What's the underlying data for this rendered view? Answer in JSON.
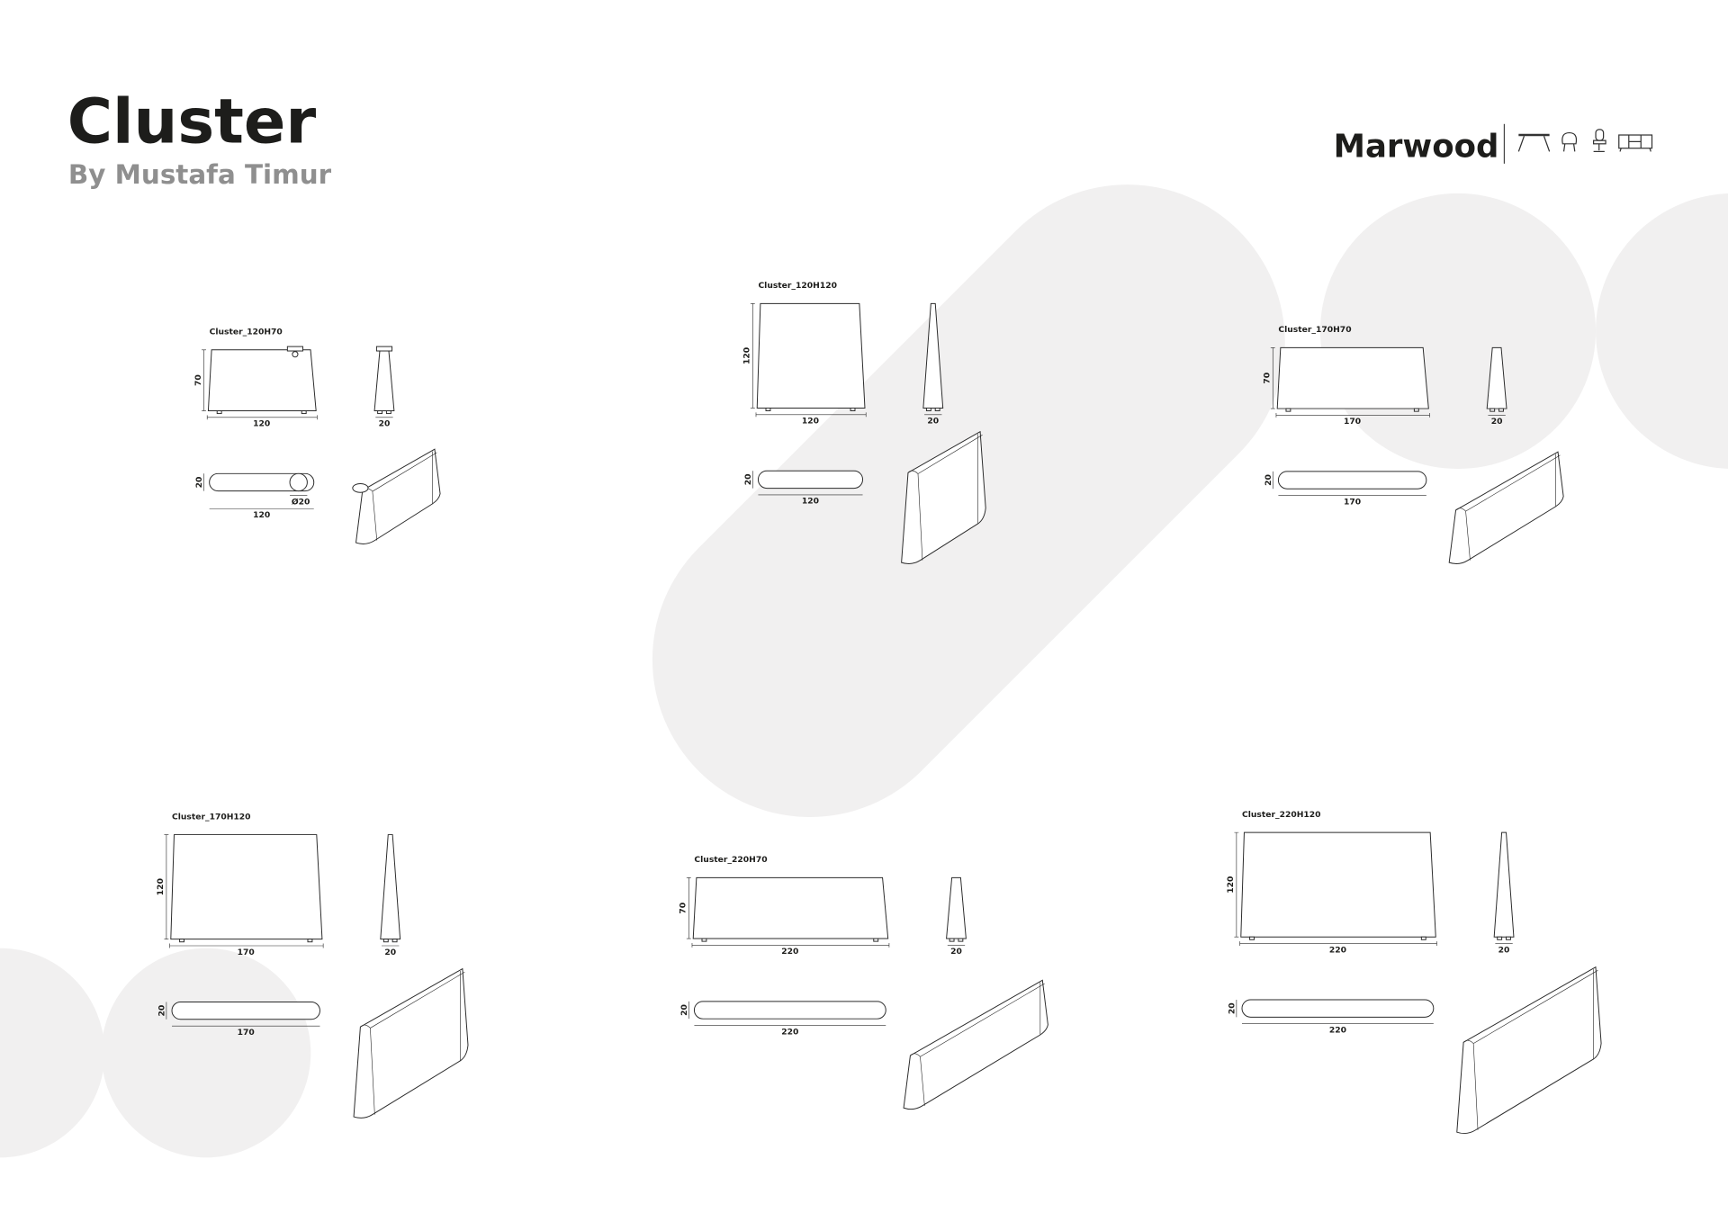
{
  "header": {
    "title": "Cluster",
    "subtitle": "By Mustafa Timur",
    "brand": "Marwood",
    "brand_icons": [
      "table-icon",
      "armchair-icon",
      "office-chair-icon",
      "sideboard-icon"
    ]
  },
  "colors": {
    "text": "#1d1d1b",
    "subtitle": "#8f8f8f",
    "background_shapes": "#f1f0f0"
  },
  "products": [
    {
      "name": "Cluster_120H70",
      "width": "120",
      "height": "70",
      "depth": "20",
      "diameter": "Ø20"
    },
    {
      "name": "Cluster_120H120",
      "width": "120",
      "height": "120",
      "depth": "20"
    },
    {
      "name": "Cluster_170H70",
      "width": "170",
      "height": "70",
      "depth": "20"
    },
    {
      "name": "Cluster_170H120",
      "width": "170",
      "height": "120",
      "depth": "20"
    },
    {
      "name": "Cluster_220H70",
      "width": "220",
      "height": "70",
      "depth": "20"
    },
    {
      "name": "Cluster_220H120",
      "width": "220",
      "height": "120",
      "depth": "20"
    }
  ]
}
